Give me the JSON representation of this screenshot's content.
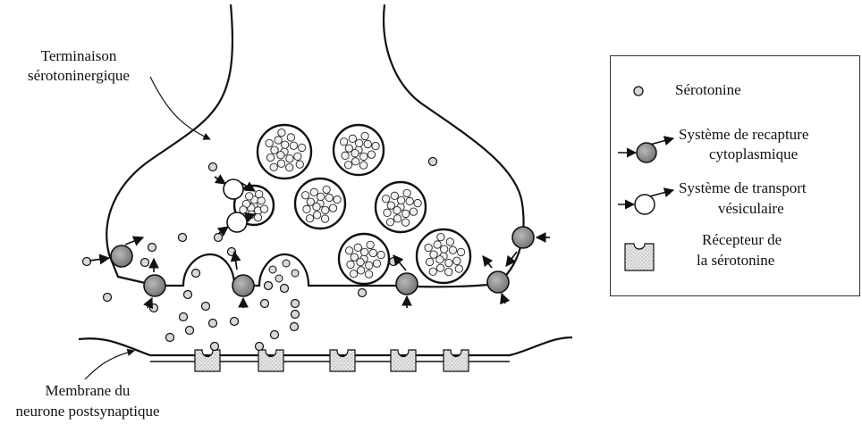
{
  "labels": {
    "terminal_line1": "Terminaison",
    "terminal_line2": "sérotoninergique",
    "membrane_line1": "Membrane du",
    "membrane_line2": "neurone postsynaptique"
  },
  "legend": {
    "serotonin": "Sérotonine",
    "reuptake_line1": "Système de recapture",
    "reuptake_line2": "cytoplasmique",
    "vesicular_line1": "Système de transport",
    "vesicular_line2": "vésiculaire",
    "receptor_line1": "Récepteur de",
    "receptor_line2": "la sérotonine"
  },
  "colors": {
    "line": "#111111",
    "reuptake_fill": "#8f8f8f",
    "molecule_fill": "#d8d8d8",
    "receptor_fill": "#e6e6e6"
  },
  "icons": {
    "serotonin": "small-circle-icon",
    "reuptake": "grey-circle-with-arrows-icon",
    "vesicular": "white-circle-with-arrows-icon",
    "receptor": "cup-receptor-icon"
  }
}
